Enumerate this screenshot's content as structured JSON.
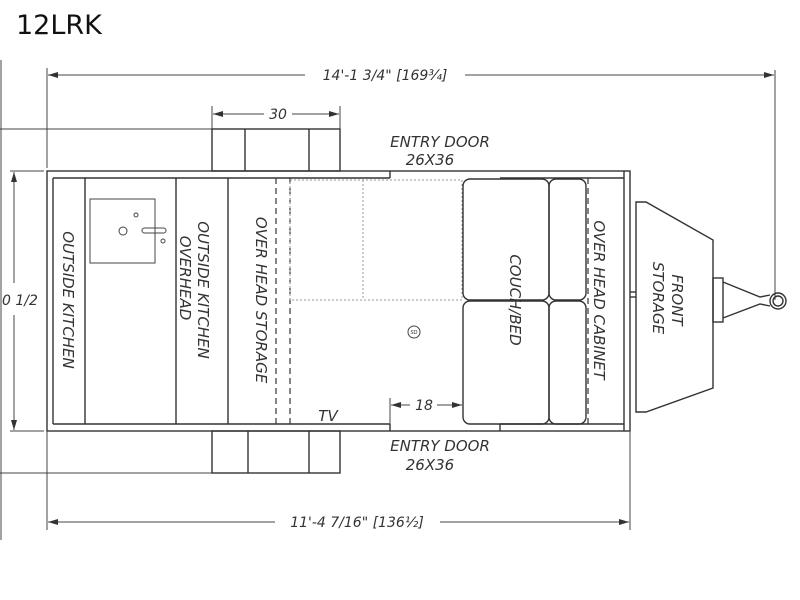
{
  "title": "12LRK",
  "dimensions": {
    "overall_length": "14'-1 3/4\" [169¾]",
    "body_length": "11'-4 7/16\" [136½]",
    "width_partial": "0 1/2",
    "fender_width": "30",
    "aisle": "18"
  },
  "labels": {
    "entry_door_top": "ENTRY DOOR",
    "entry_door_top_size": "26X36",
    "entry_door_bottom": "ENTRY DOOR",
    "entry_door_bottom_size": "26X36",
    "outside_kitchen": "OUTSIDE KITCHEN",
    "outside_kitchen_overhead_1": "OUTSIDE KITCHEN",
    "outside_kitchen_overhead_2": "OVERHEAD",
    "overhead_storage": "OVER HEAD STORAGE",
    "couch_bed": "COUCH/BED",
    "overhead_cabinet": "OVER HEAD CABINET",
    "front_storage_1": "FRONT",
    "front_storage_2": "STORAGE",
    "tv": "TV",
    "smoke_detector": "SD"
  }
}
